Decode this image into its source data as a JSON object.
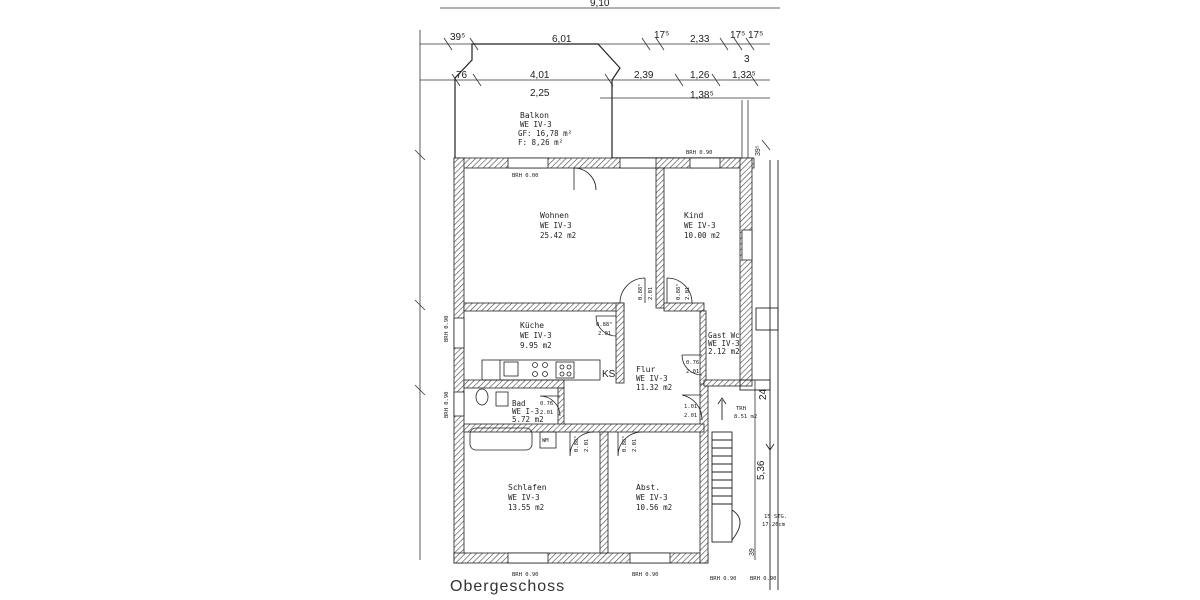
{
  "plan": {
    "caption": "Obergeschoss",
    "top_dims_row0": [
      "9,10"
    ],
    "top_dims_row1": [
      "39⁵",
      "6,01",
      "17⁵",
      "2,33",
      "17⁵",
      "17⁵"
    ],
    "top_dims_row2": [
      "76",
      "4,01",
      "2,39",
      "1,26",
      "1,32⁵",
      "3"
    ],
    "top_dims_row3": [
      "2,25",
      "1,38⁵"
    ],
    "side_dims": [
      "5,36",
      "24",
      "39",
      "39⁵"
    ],
    "rooms": [
      {
        "name": "Balkon",
        "line2": "WE IV-3",
        "line3": "GF: 16,78 m²",
        "line4": "F: 8,26 m²"
      },
      {
        "name": "Wohnen",
        "line2": "WE IV-3",
        "line3": "25.42 m2"
      },
      {
        "name": "Kind",
        "line2": "WE IV-3",
        "line3": "10.00 m2"
      },
      {
        "name": "Küche",
        "line2": "WE IV-3",
        "line3": "9.95 m2"
      },
      {
        "name": "Flur",
        "line2": "WE IV-3",
        "line3": "11.32 m2"
      },
      {
        "name": "Gast Wc",
        "line2": "WE IV-3",
        "line3": "2.12 m2"
      },
      {
        "name": "Bad",
        "line2": "WE I-3",
        "line3": "5.72 m2"
      },
      {
        "name": "Schlafen",
        "line2": "WE IV-3",
        "line3": "13.55 m2"
      },
      {
        "name": "Abst.",
        "line2": "WE IV-3",
        "line3": "10.56 m2"
      },
      {
        "name": "TRH",
        "line3": "8.51 m2"
      },
      {
        "name": "15 STG.",
        "line3": "17.26cm"
      }
    ],
    "window_labels": [
      "BRH 0.00",
      "BRH 0.90",
      "BRH 0.90",
      "BRH 0.90",
      "BRH 0.90",
      "BRH 0.90",
      "BRH 0.90",
      "BRH 0.90"
    ],
    "door_labels": [
      "0.88⁵",
      "2.01",
      "0.88⁵",
      "2.01",
      "0.88⁵",
      "2.01",
      "0.76",
      "2.01",
      "0.76",
      "2.01",
      "1.01",
      "2.01",
      "0.88⁵",
      "2.01",
      "0.88⁵",
      "2.01"
    ],
    "fixture_labels": [
      "KS",
      "WM"
    ]
  }
}
